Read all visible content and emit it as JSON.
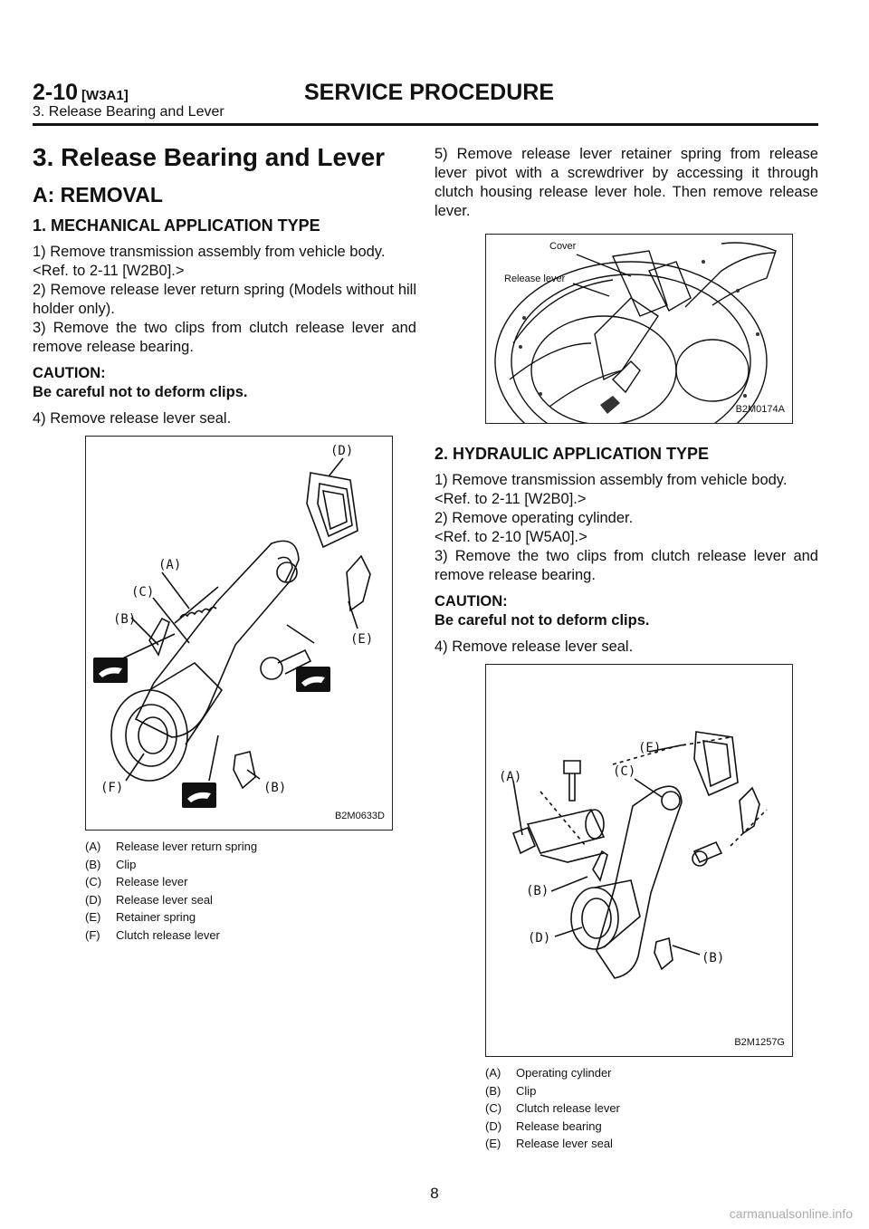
{
  "header": {
    "code": "2-10",
    "code_sub": "[W3A1]",
    "title": "SERVICE PROCEDURE",
    "subtitle": "3. Release Bearing and Lever"
  },
  "left": {
    "h1": "3. Release Bearing and Lever",
    "h2": "A: REMOVAL",
    "h3": "1. MECHANICAL APPLICATION TYPE",
    "steps": [
      "1) Remove transmission assembly from vehicle body.",
      "<Ref. to 2-11 [W2B0].>",
      "2) Remove release lever return spring (Models without hill holder only).",
      "3) Remove the two clips from clutch release lever and remove release bearing."
    ],
    "caution_title": "CAUTION:",
    "caution_text": "Be careful not to deform clips.",
    "step4": "4) Remove release lever seal.",
    "figure": {
      "code": "B2M0633D",
      "labels": {
        "a": "(A)",
        "b1": "(B)",
        "b2": "(B)",
        "c": "(C)",
        "d": "(D)",
        "e": "(E)",
        "f": "(F)"
      }
    },
    "legend": [
      {
        "key": "(A)",
        "text": "Release lever return spring"
      },
      {
        "key": "(B)",
        "text": "Clip"
      },
      {
        "key": "(C)",
        "text": "Release lever"
      },
      {
        "key": "(D)",
        "text": "Release lever seal"
      },
      {
        "key": "(E)",
        "text": "Retainer spring"
      },
      {
        "key": "(F)",
        "text": "Clutch release lever"
      }
    ]
  },
  "right": {
    "step5": "5) Remove release lever retainer spring from release lever pivot with a screwdriver by accessing it through clutch housing release lever hole. Then remove release lever.",
    "figure1": {
      "code": "B2M0174A",
      "label_cover": "Cover",
      "label_lever": "Release lever"
    },
    "h3": "2. HYDRAULIC APPLICATION TYPE",
    "steps": [
      "1) Remove transmission assembly from vehicle body.",
      "<Ref. to 2-11 [W2B0].>",
      "2) Remove operating cylinder.",
      "<Ref. to 2-10 [W5A0].>",
      "3) Remove the two clips from clutch release lever and remove release bearing."
    ],
    "caution_title": "CAUTION:",
    "caution_text": "Be careful not to deform clips.",
    "step4": "4) Remove release lever seal.",
    "figure2": {
      "code": "B2M1257G",
      "labels": {
        "a": "(A)",
        "b1": "(B)",
        "b2": "(B)",
        "c": "(C)",
        "d": "(D)",
        "e": "(E)"
      }
    },
    "legend": [
      {
        "key": "(A)",
        "text": "Operating cylinder"
      },
      {
        "key": "(B)",
        "text": "Clip"
      },
      {
        "key": "(C)",
        "text": "Clutch release lever"
      },
      {
        "key": "(D)",
        "text": "Release bearing"
      },
      {
        "key": "(E)",
        "text": "Release lever seal"
      }
    ]
  },
  "footer": {
    "page_number": "8",
    "watermark": "carmanualsonline.info"
  }
}
